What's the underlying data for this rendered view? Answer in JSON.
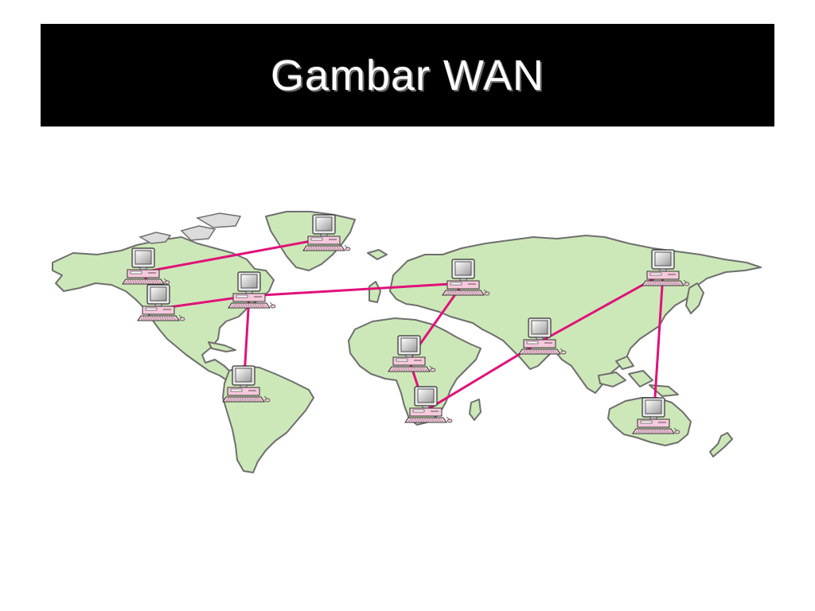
{
  "slide": {
    "title": "Gambar WAN"
  },
  "diagram": {
    "link_color": "#e0127a",
    "land_color": "#cde8b8",
    "computer_icon": "desktop-computer-icon",
    "nodes": [
      {
        "id": "greenland"
      },
      {
        "id": "canada"
      },
      {
        "id": "usa-west"
      },
      {
        "id": "usa-east"
      },
      {
        "id": "south-america"
      },
      {
        "id": "europe"
      },
      {
        "id": "west-africa"
      },
      {
        "id": "south-africa"
      },
      {
        "id": "india"
      },
      {
        "id": "east-asia"
      },
      {
        "id": "australia"
      }
    ],
    "links": [
      [
        "canada",
        "greenland"
      ],
      [
        "canada",
        "usa-west"
      ],
      [
        "usa-west",
        "usa-east"
      ],
      [
        "usa-east",
        "south-america"
      ],
      [
        "usa-east",
        "europe"
      ],
      [
        "europe",
        "west-africa"
      ],
      [
        "west-africa",
        "south-africa"
      ],
      [
        "south-africa",
        "india"
      ],
      [
        "india",
        "east-asia"
      ],
      [
        "east-asia",
        "australia"
      ]
    ]
  }
}
